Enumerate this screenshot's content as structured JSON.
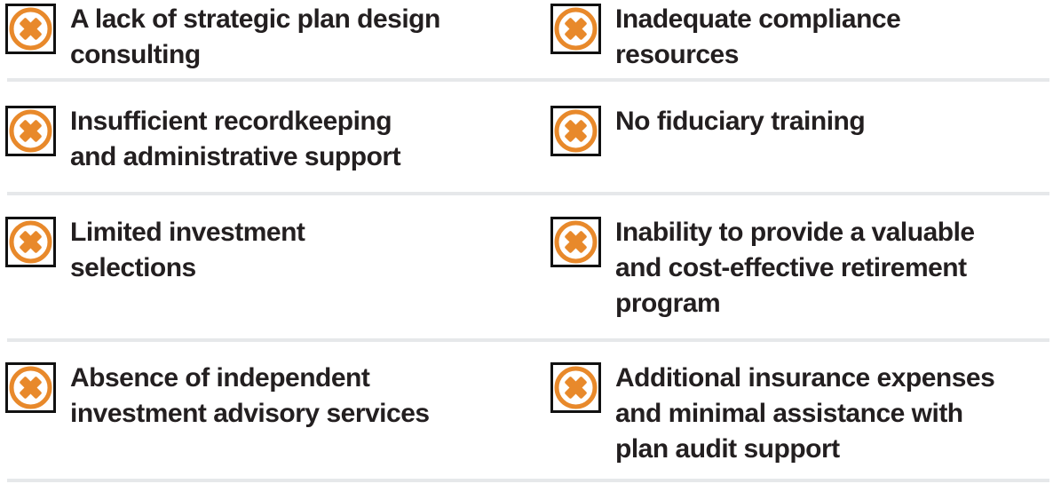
{
  "style": {
    "accent_orange": "#E8892B",
    "text_color": "#231F20",
    "divider_color": "#E6E8EA",
    "icon_border_color": "#111111",
    "background": "#FFFFFF"
  },
  "icon": {
    "name": "x-circle-icon"
  },
  "rows": [
    {
      "left": "A lack of strategic plan design\nconsulting",
      "right": "Inadequate compliance\nresources"
    },
    {
      "left": "Insufficient recordkeeping\nand administrative support",
      "right": "No fiduciary training"
    },
    {
      "left": "Limited investment\nselections",
      "right": "Inability to provide a valuable\nand cost-effective retirement\nprogram"
    },
    {
      "left": "Absence of independent\ninvestment advisory services",
      "right": "Additional insurance expenses\nand minimal assistance with\nplan audit support"
    }
  ]
}
